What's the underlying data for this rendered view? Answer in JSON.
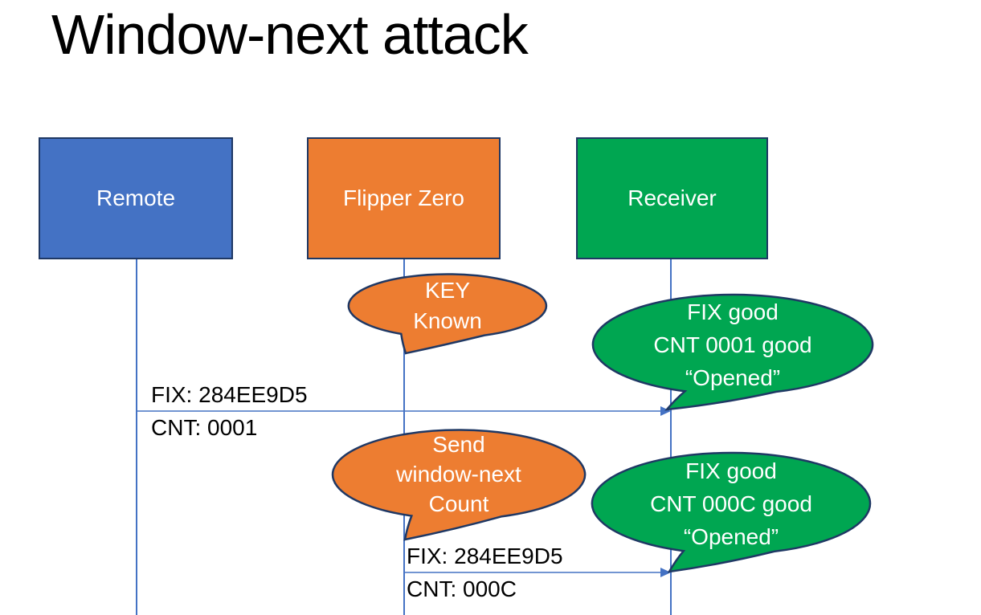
{
  "slide": {
    "title": "Window-next attack"
  },
  "colors": {
    "actor_blue": "#4472C4",
    "actor_orange": "#ED7D31",
    "actor_green": "#00A651",
    "shape_border": "#1F3864",
    "connector_blue": "#4472C4",
    "text_white": "#ffffff",
    "text_black": "#000000"
  },
  "actors": [
    {
      "label": "Remote"
    },
    {
      "label": "Flipper Zero"
    },
    {
      "label": "Receiver"
    }
  ],
  "callouts": [
    {
      "lines": [
        "KEY",
        "Known"
      ]
    },
    {
      "lines": [
        "FIX good",
        "CNT 0001 good",
        "“Opened”"
      ]
    },
    {
      "lines": [
        "Send",
        "window-next",
        "Count"
      ]
    },
    {
      "lines": [
        "FIX good",
        "CNT 000C good",
        "“Opened”"
      ]
    }
  ],
  "messages": [
    {
      "top_label": "FIX: 284EE9D5",
      "bottom_label": "CNT: 0001"
    },
    {
      "top_label": "FIX: 284EE9D5",
      "bottom_label": "CNT: 000C"
    }
  ]
}
